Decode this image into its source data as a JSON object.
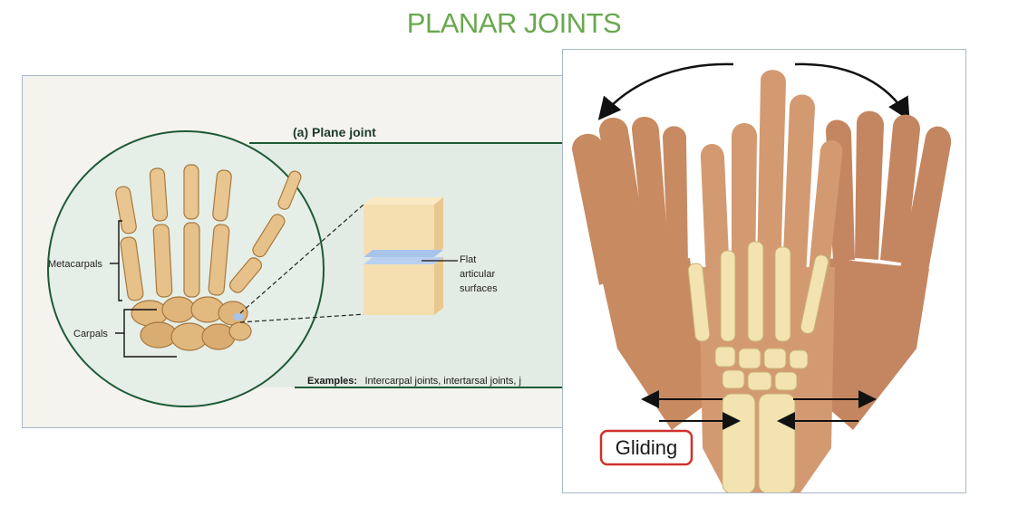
{
  "title": "PLANAR JOINTS",
  "left_figure": {
    "panel_title": "(a) Plane joint",
    "labels": {
      "metacarpals": "Metacarpals",
      "carpals": "Carpals",
      "flat_line1": "Flat",
      "flat_line2": "articular",
      "flat_line3": "surfaces"
    },
    "examples_label": "Examples:",
    "examples_text": "Intercarpal joints, intertarsal joints, j"
  },
  "right_figure": {
    "motion_label": "Gliding"
  },
  "colors": {
    "title": "#6aa84f",
    "circle_fill": "#e6efe7",
    "circle_stroke": "#1e5a36",
    "bone": "#e6c189",
    "bone_dark": "#b98a4c",
    "skin": "#c98b62",
    "articular_surface": "#a9c4ea",
    "gliding_box": "#d0312d"
  }
}
